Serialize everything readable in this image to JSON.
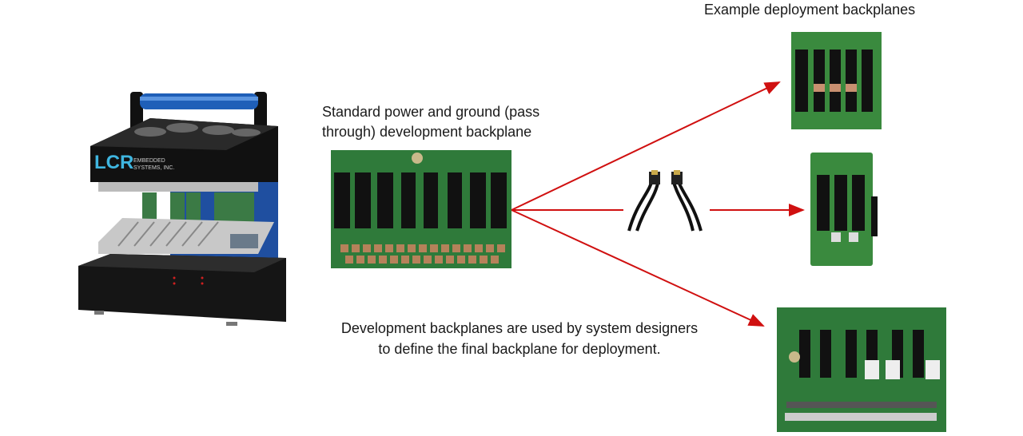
{
  "labels": {
    "deployment_title": "Example deployment backplanes",
    "dev_backplane_line1": "Standard power and ground (pass",
    "dev_backplane_line2": "through) development backplane",
    "caption_line1": "Development backplanes are used by system designers",
    "caption_line2": "to define the final backplane for deployment."
  },
  "chassis": {
    "logo": "LCR",
    "logo_sub1": "EMBEDDED",
    "logo_sub2": "SYSTEMS, INC."
  },
  "colors": {
    "arrow": "#d01010",
    "pcb": "#2f7a3a",
    "logo": "#3fb6e0",
    "handle": "#1f5fb8"
  }
}
